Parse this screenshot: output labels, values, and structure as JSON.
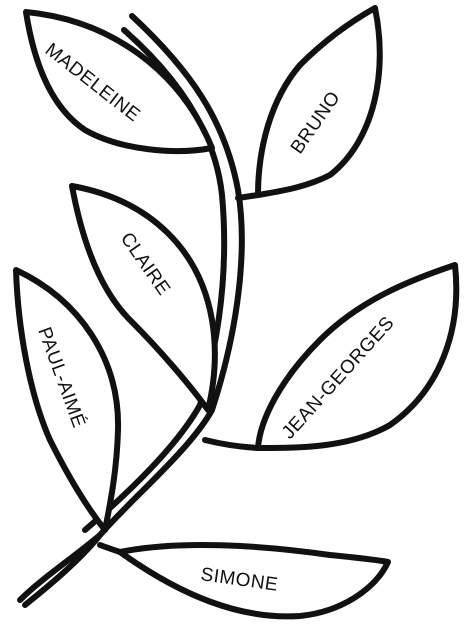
{
  "leaves": {
    "madeleine": "MADELEINE",
    "bruno": "BRUNO",
    "claire": "CLAIRE",
    "paul_aime": "PAUL-AIMÉ",
    "jean_georges": "JEAN-GEORGES",
    "simone": "SIMONE"
  },
  "colors": {
    "line": "#111111",
    "background": "#ffffff"
  }
}
